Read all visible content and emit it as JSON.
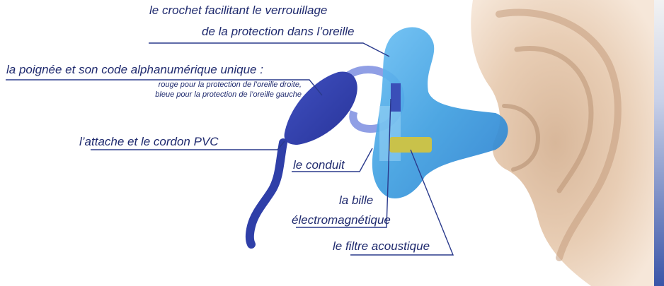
{
  "labels": {
    "crochet_line1": "le crochet  facilitant le verrouillage",
    "crochet_line2": "de la protection dans l’oreille",
    "poignee": "la poignée et son code alphanumérique unique :",
    "poignee_sub1": "rouge pour la protection de l’oreille droite,",
    "poignee_sub2": "bleue pour la protection de l’oreille gauche",
    "attache": "l’attache et le cordon PVC",
    "conduit": "le conduit",
    "bille_line1": "la bille",
    "bille_line2": "électromagnétique",
    "filtre": "le filtre acoustique"
  },
  "colors": {
    "label_text": "#1f2a6e",
    "leader_line": "#2a3a8c",
    "earplug_body": "#3f9fe0",
    "handle": "#2f3fa8",
    "filter": "#c9c24a",
    "skin": "#e8cdb4",
    "edge_bar": "#3a55a8"
  }
}
